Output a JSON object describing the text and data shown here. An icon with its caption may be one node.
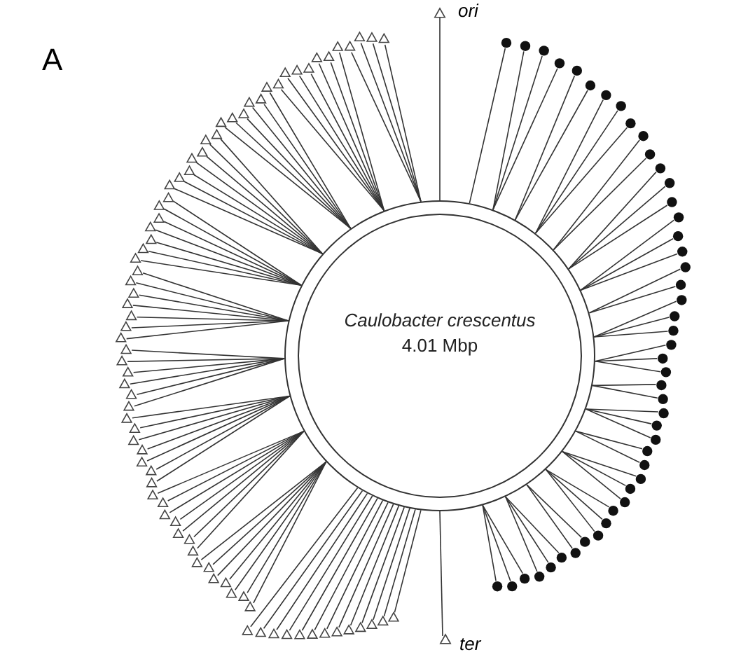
{
  "diagram": {
    "nodes": [
      {
        "text": [
          "Caulobacter crescentus",
          "4.01 Mbp"
        ]
      }
    ],
    "labels": [
      "A",
      "ori",
      "ter"
    ]
  }
}
